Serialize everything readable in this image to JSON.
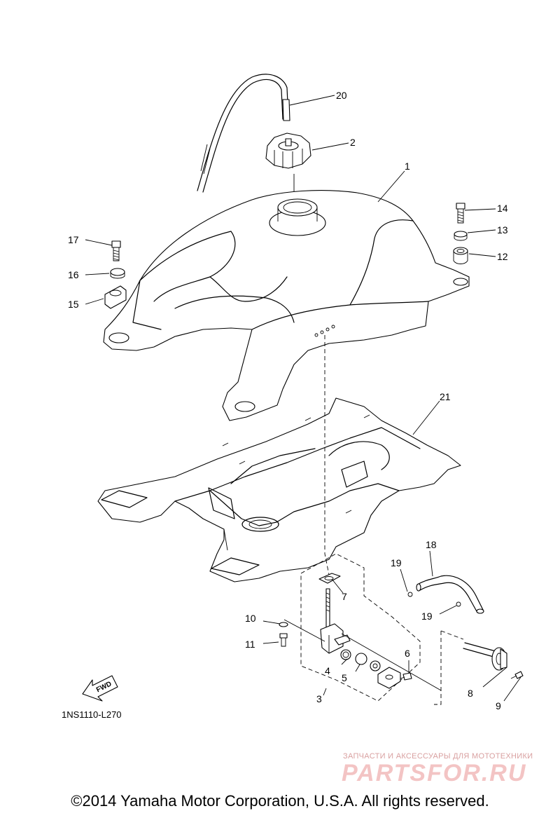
{
  "diagram_code": "1NS1110-L270",
  "copyright": "©2014 Yamaha Motor Corporation, U.S.A. All rights reserved.",
  "fwd_label": "FWD",
  "watermark": {
    "subtitle": "ЗАПЧАСТИ И АКСЕССУАРЫ ДЛЯ МОТОТЕХНИКИ",
    "logo": "PARTSFOR.RU"
  },
  "callouts": {
    "c1": "1",
    "c2": "2",
    "c3": "3",
    "c4": "4",
    "c5": "5",
    "c6": "6",
    "c7": "7",
    "c8": "8",
    "c9": "9",
    "c10": "10",
    "c11": "11",
    "c12": "12",
    "c13": "13",
    "c14": "14",
    "c15": "15",
    "c16": "16",
    "c17": "17",
    "c18": "18",
    "c19a": "19",
    "c19b": "19",
    "c20": "20",
    "c21": "21"
  }
}
